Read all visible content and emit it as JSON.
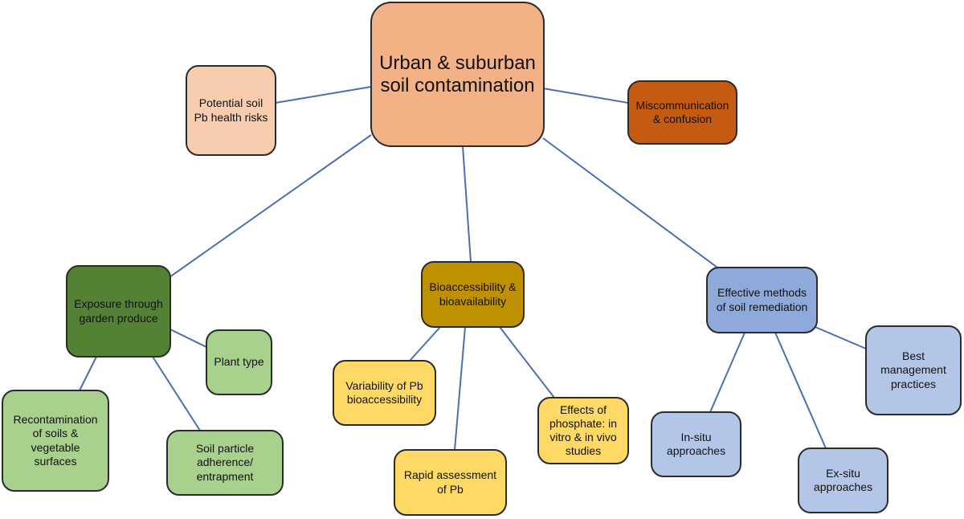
{
  "nodes": {
    "root": {
      "label": "Urban & suburban soil contamination",
      "color": "#f3b186"
    },
    "health": {
      "label": "Potential soil Pb health risks",
      "color": "#f8ccaf"
    },
    "miscom": {
      "label": "Miscommunication & confusion",
      "color": "#c55a11"
    },
    "exposure": {
      "label": "Exposure through garden produce",
      "color": "#548235"
    },
    "plant": {
      "label": "Plant type",
      "color": "#a9d18e"
    },
    "recont": {
      "label": "Recontamination of soils & vegetable surfaces",
      "color": "#a9d18e"
    },
    "adhere": {
      "label": "Soil particle adherence/ entrapment",
      "color": "#a9d18e"
    },
    "bioacc": {
      "label": "Bioaccessibility & bioavailability",
      "color": "#bf9000"
    },
    "variab": {
      "label": "Variability of Pb bioaccessibility",
      "color": "#ffd966"
    },
    "rapid": {
      "label": "Rapid assessment of Pb",
      "color": "#ffd966"
    },
    "phosph": {
      "label": "Effects of phosphate: in vitro & in vivo studies",
      "color": "#ffd966"
    },
    "remed": {
      "label": "Effective methods of soil remediation",
      "color": "#8eaadb"
    },
    "bmp": {
      "label": "Best management practices",
      "color": "#b4c6e7"
    },
    "insitu": {
      "label": "In-situ approaches",
      "color": "#b4c6e7"
    },
    "exsitu": {
      "label": "Ex-situ approaches",
      "color": "#b4c6e7"
    }
  },
  "edges": [
    [
      "root",
      "health"
    ],
    [
      "root",
      "miscom"
    ],
    [
      "root",
      "exposure"
    ],
    [
      "root",
      "bioacc"
    ],
    [
      "root",
      "remed"
    ],
    [
      "exposure",
      "plant"
    ],
    [
      "exposure",
      "recont"
    ],
    [
      "exposure",
      "adhere"
    ],
    [
      "bioacc",
      "variab"
    ],
    [
      "bioacc",
      "rapid"
    ],
    [
      "bioacc",
      "phosph"
    ],
    [
      "remed",
      "bmp"
    ],
    [
      "remed",
      "insitu"
    ],
    [
      "remed",
      "exsitu"
    ]
  ],
  "colors": {
    "connector": "#4a6fb4",
    "border": "#2b2b2b"
  }
}
